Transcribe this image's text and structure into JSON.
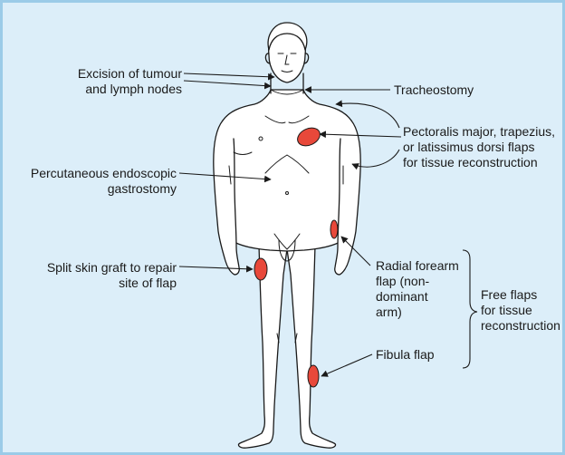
{
  "labels": {
    "excision": "Excision of tumour\nand lymph nodes",
    "tracheostomy": "Tracheostomy",
    "pectoralis": "Pectoralis major, trapezius,\nor latissimus dorsi flaps\nfor tissue reconstruction",
    "peg": "Percutaneous endoscopic\ngastrostomy",
    "skin_graft": "Split skin graft to repair\nsite of flap",
    "radial": "Radial forearm\nflap (non-\ndominant\narm)",
    "free_flaps": "Free flaps\nfor tissue\nreconstruction",
    "fibula": "Fibula flap"
  },
  "colors": {
    "background": "#dceef9",
    "border": "#9bcbe8",
    "flap_fill": "#e8483a",
    "line": "#1a1a1a"
  }
}
